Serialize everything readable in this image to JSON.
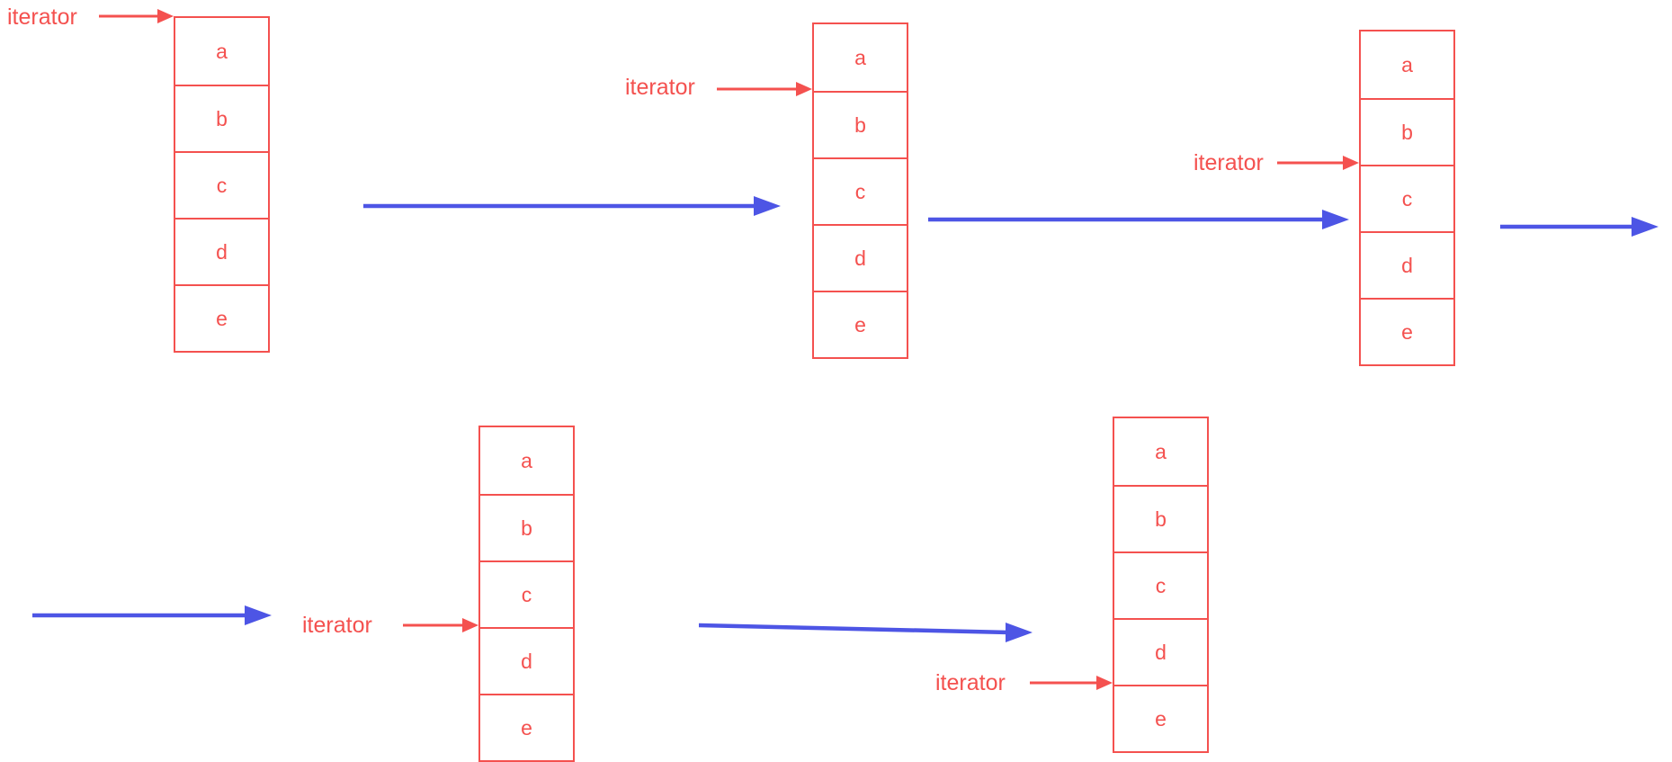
{
  "colors": {
    "red": "#f4514f",
    "blue": "#4d55e5",
    "background": "#ffffff"
  },
  "stages": [
    {
      "pointer_label": "iterator",
      "pointer_position": "before a",
      "cells": [
        "a",
        "b",
        "c",
        "d",
        "e"
      ]
    },
    {
      "pointer_label": "iterator",
      "pointer_position": "between a and b",
      "cells": [
        "a",
        "b",
        "c",
        "d",
        "e"
      ]
    },
    {
      "pointer_label": "iterator",
      "pointer_position": "between b and c",
      "cells": [
        "a",
        "b",
        "c",
        "d",
        "e"
      ]
    },
    {
      "pointer_label": "iterator",
      "pointer_position": "between c and d",
      "cells": [
        "a",
        "b",
        "c",
        "d",
        "e"
      ]
    },
    {
      "pointer_label": "iterator",
      "pointer_position": "between d and e",
      "cells": [
        "a",
        "b",
        "c",
        "d",
        "e"
      ]
    }
  ]
}
